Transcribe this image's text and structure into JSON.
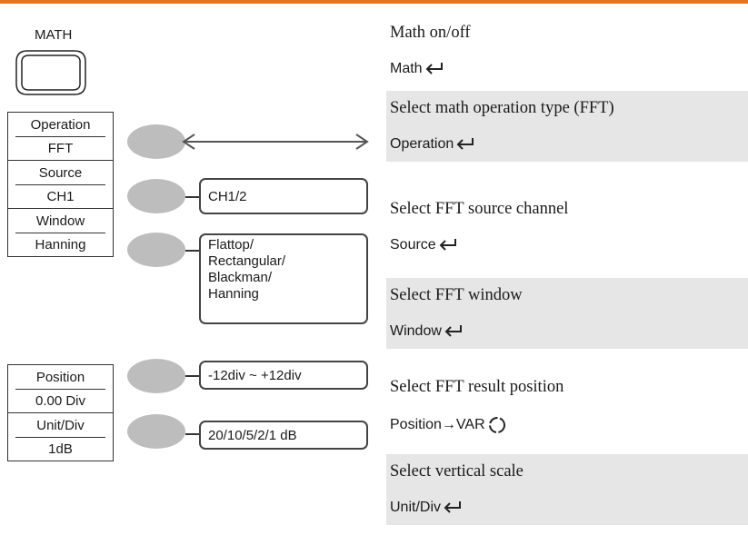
{
  "math_button": {
    "label": "MATH"
  },
  "menu": {
    "operation": {
      "title": "Operation",
      "value": "FFT"
    },
    "source": {
      "title": "Source",
      "value": "CH1"
    },
    "window": {
      "title": "Window",
      "value": "Hanning"
    },
    "position": {
      "title": "Position",
      "value": "0.00 Div"
    },
    "unitdiv": {
      "title": "Unit/Div",
      "value": "1dB"
    }
  },
  "options": {
    "source": "CH1/2",
    "window": [
      "Flattop/",
      "Rectangular/",
      "Blackman/",
      "Hanning"
    ],
    "position": "-12div ~ +12div",
    "unitdiv": "20/10/5/2/1 dB"
  },
  "descriptions": [
    {
      "text": "Math on/off",
      "key": "Math",
      "key_icon": "return-arrow-icon"
    },
    {
      "text": "Select math operation type (FFT)",
      "key": "Operation",
      "key_icon": "return-arrow-icon"
    },
    {
      "text": "Select FFT source channel",
      "key": "Source",
      "key_icon": "return-arrow-icon"
    },
    {
      "text": "Select FFT window",
      "key": "Window",
      "key_icon": "return-arrow-icon"
    },
    {
      "text": "Select FFT result position",
      "key": "Position→VAR",
      "key_icon": "variable-knob-icon"
    },
    {
      "text": "Select vertical scale",
      "key": "Unit/Div",
      "key_icon": "return-arrow-icon"
    }
  ],
  "colors": {
    "accent_bar": "#e8731e",
    "shaded_row": "#e6e6e6",
    "knob": "#bdbdbd"
  }
}
